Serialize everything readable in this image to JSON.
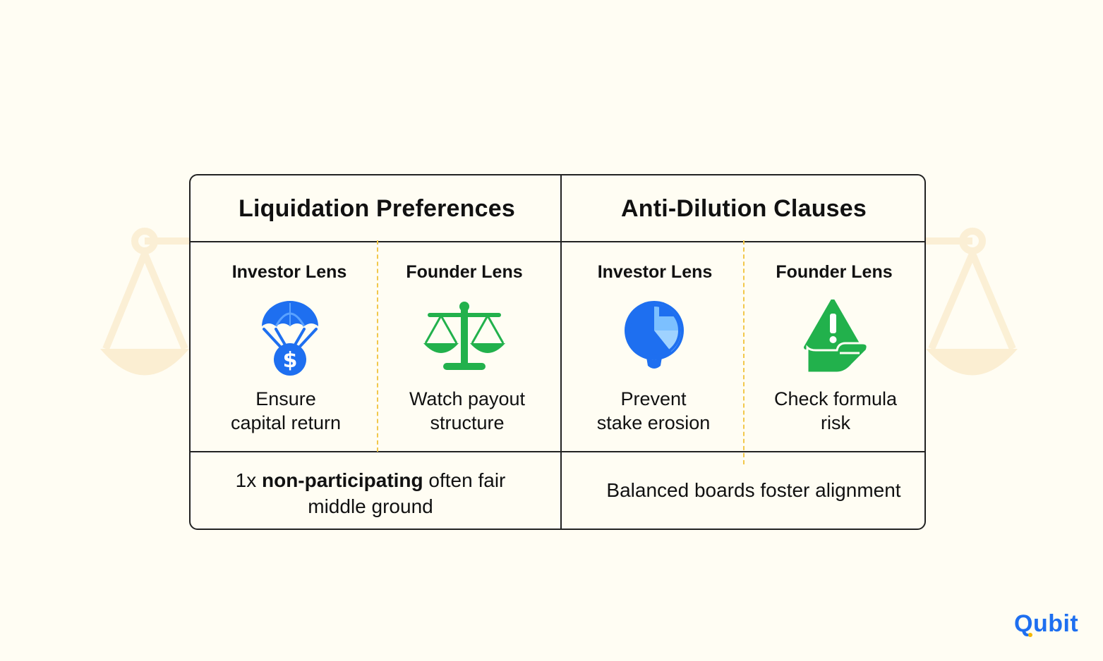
{
  "columns": [
    {
      "title": "Liquidation Preferences",
      "lenses": [
        {
          "label": "Investor Lens",
          "icon": "parachute-dollar-icon",
          "line1": "Ensure",
          "line2": "capital return"
        },
        {
          "label": "Founder Lens",
          "icon": "balance-scale-icon",
          "line1": "Watch payout",
          "line2": "structure"
        }
      ],
      "footer": {
        "prefix": "1x ",
        "bold": "non-participating",
        "suffix": " often fair",
        "line2": "middle ground"
      }
    },
    {
      "title": "Anti-Dilution Clauses",
      "lenses": [
        {
          "label": "Investor Lens",
          "icon": "pie-chart-pin-icon",
          "line1": "Prevent",
          "line2": "stake erosion"
        },
        {
          "label": "Founder Lens",
          "icon": "warning-hand-icon",
          "line1": "Check formula",
          "line2": "risk"
        }
      ],
      "footer": {
        "text": "Balanced boards foster alignment"
      }
    }
  ],
  "brand": {
    "logo_text": "Qubit"
  },
  "colors": {
    "blue": "#1e6ff0",
    "green": "#22b14c",
    "dash": "#f2c84b",
    "background": "#fffdf3"
  }
}
